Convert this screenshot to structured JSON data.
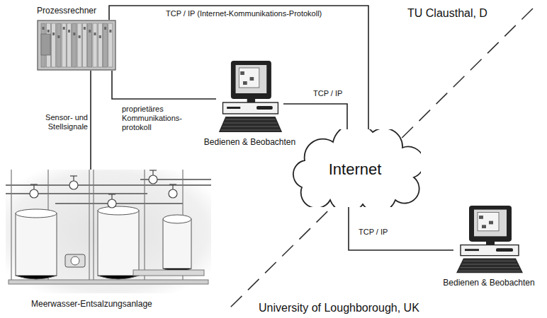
{
  "diagram": {
    "nodes": [
      {
        "text": [
          "Prozessrechner"
        ]
      },
      {
        "text": [
          "Bedienen & Beobachten"
        ]
      },
      {
        "text": [
          "Internet"
        ]
      },
      {
        "text": [
          "Meerwasser-Entsalzungsanlage"
        ]
      },
      {
        "text": [
          "Bedienen & Beobachten"
        ]
      }
    ],
    "edges": [
      {
        "from": 0,
        "to": 2,
        "arrow": "none",
        "label": "TCP / IP (Internet-Kommunikations-Protokoll)"
      },
      {
        "from": 0,
        "to": 1,
        "arrow": "none",
        "label": "proprietäres Kommunikations- protokoll"
      },
      {
        "from": 1,
        "to": 2,
        "arrow": "none",
        "label": "TCP / IP"
      },
      {
        "from": 2,
        "to": 4,
        "arrow": "none",
        "label": "TCP / IP"
      },
      {
        "from": 0,
        "to": 3,
        "arrow": "none",
        "label": "Sensor- und Stellsignale"
      }
    ],
    "labels": [
      "TU Clausthal, D",
      "University of Loughborough, UK"
    ]
  }
}
